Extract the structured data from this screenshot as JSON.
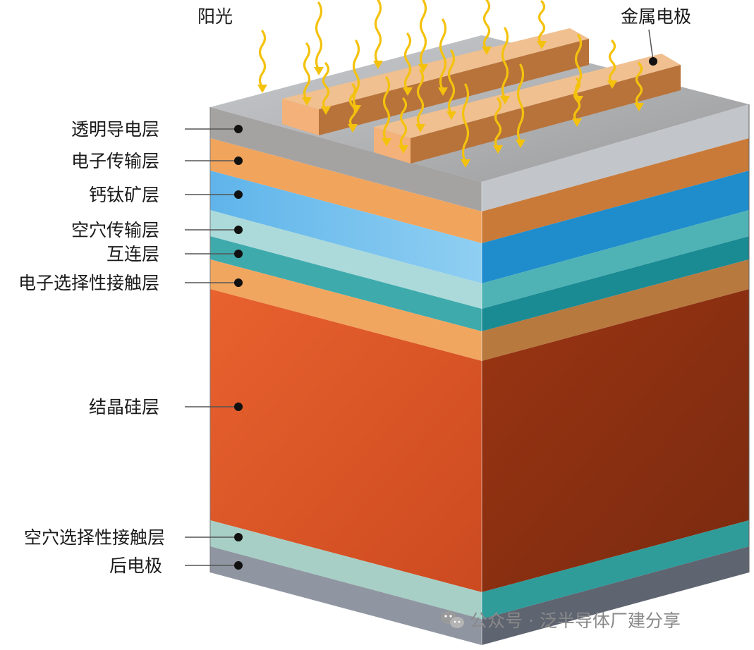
{
  "labels": {
    "sunlight": "阳光",
    "metal_electrode": "金属电极",
    "layers": [
      "透明导电层",
      "电子传输层",
      "钙钛矿层",
      "空穴传输层",
      "互连层",
      "电子选择性接触层",
      "结晶硅层",
      "空穴选择性接触层",
      "后电极"
    ]
  },
  "watermark": {
    "text": "公众号 · 泛半导体厂建分享",
    "icon": "wechat-icon"
  },
  "colors": {
    "transparent_conductive": "#a8a8a8",
    "electron_transport": "#f2a35a",
    "perovskite": "#58b0e6",
    "hole_transport": "#a9d8d8",
    "interconnect": "#3aa9ab",
    "electron_selective": "#f2a35a",
    "crystalline_silicon": "#e0582a",
    "hole_selective": "#a8d0c8",
    "back_electrode": "#8e949e",
    "metal_bar": "#e6a15a",
    "sun_ray": "#f4c20d"
  }
}
